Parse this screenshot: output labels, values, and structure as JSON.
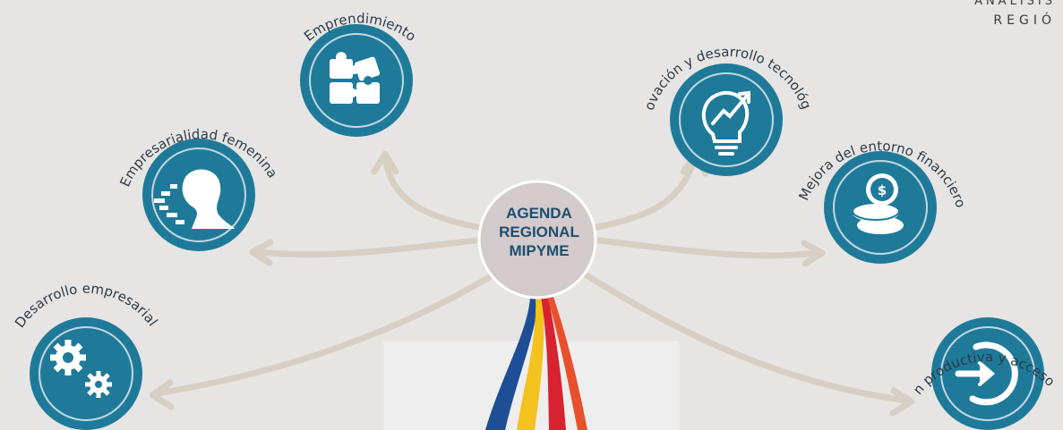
{
  "header": {
    "line1": "ANÁLISIS",
    "line2": "REGIÓ"
  },
  "center": {
    "line1": "AGENDA",
    "line2": "REGIONAL",
    "line3": "MIPYME"
  },
  "nodes": [
    {
      "label": "Emprendimiento",
      "icon": "puzzle-icon"
    },
    {
      "label": "Innovación y desarrollo tecnológico",
      "icon": "lightbulb-growth-icon"
    },
    {
      "label": "Empresarialidad femenina",
      "icon": "woman-profile-icon"
    },
    {
      "label": "Mejora del entorno financiero",
      "icon": "coins-icon"
    },
    {
      "label": "Desarrollo empresarial",
      "icon": "gears-icon"
    },
    {
      "label": "Articulación productiva y acceso al mercado",
      "icon": "entry-arrow-icon"
    }
  ],
  "colors": {
    "background": "#e7e5e3",
    "circle": "#1f7a9a",
    "circle_ring": "#c2d9e2",
    "arrow": "#d8cfc4",
    "center_fill": "#d3cacb",
    "ribbon_blue": "#1d4e96",
    "ribbon_yellow": "#f4c21f",
    "ribbon_red": "#d6232f",
    "ribbon_orange": "#e8502b"
  }
}
